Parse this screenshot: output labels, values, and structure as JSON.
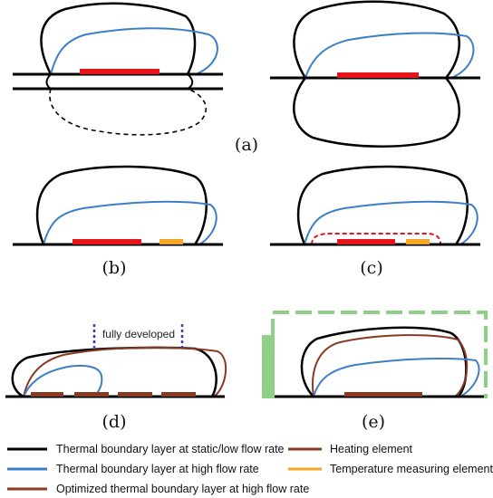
{
  "colors": {
    "static_layer": "#000000",
    "high_flow_layer": "#3d7fc7",
    "optimized_layer": "#8b3a22",
    "heating_element_red": "#e8141c",
    "heating_element_brown": "#8b3a22",
    "temperature_element": "#f5a623",
    "expanded_layer_dashed": "#e8141c",
    "fully_developed_marker": "#3a3aa8",
    "insulation_green": "#90cf88"
  },
  "panels": {
    "a": "(a)",
    "b": "(b)",
    "c": "(c)",
    "d": "(d)",
    "e": "(e)"
  },
  "annotations": {
    "fully_developed": "fully developed"
  },
  "legend": [
    {
      "label": "Thermal boundary layer at static/low flow rate",
      "color": "#000000"
    },
    {
      "label": "Heating element",
      "color": "#8b3a22"
    },
    {
      "label": "Thermal boundary layer at high flow rate",
      "color": "#3d7fc7"
    },
    {
      "label": "Temperature measuring element",
      "color": "#f5a623"
    },
    {
      "label": "Optimized thermal boundary layer at high flow rate",
      "color": "#8b3a22"
    }
  ]
}
